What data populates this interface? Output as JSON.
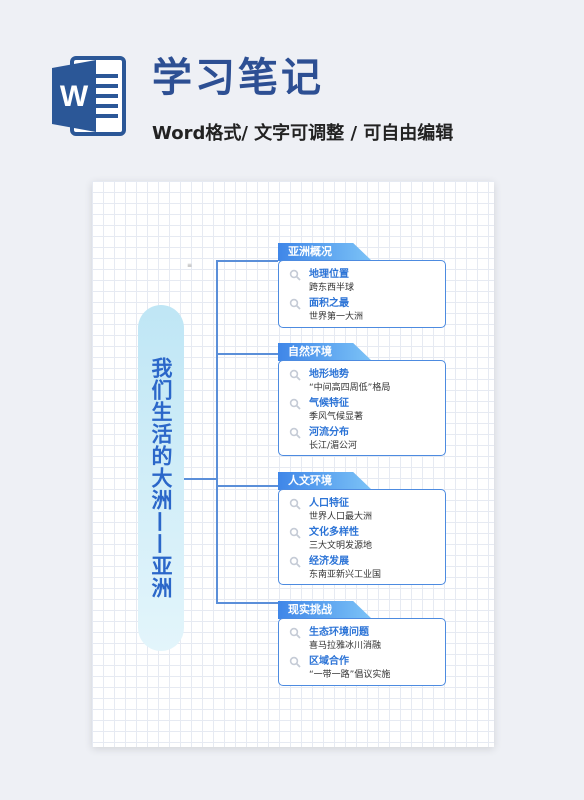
{
  "header": {
    "title": "学习笔记",
    "subtitle": "Word格式/ 文字可调整 / 可自由编辑",
    "logo_letter": "W"
  },
  "paper": {
    "tiny_mark": "≡"
  },
  "mindmap": {
    "center": "我们生活的大洲——亚洲",
    "sections": [
      {
        "title": "亚洲概况",
        "entries": [
          {
            "title": "地理位置",
            "desc": "跨东西半球"
          },
          {
            "title": "面积之最",
            "desc": "世界第一大洲"
          }
        ]
      },
      {
        "title": "自然环境",
        "entries": [
          {
            "title": "地形地势",
            "desc": "“中间高四周低”格局"
          },
          {
            "title": "气候特征",
            "desc": "季风气候显著"
          },
          {
            "title": "河流分布",
            "desc": "长江/湄公河"
          }
        ]
      },
      {
        "title": "人文环境",
        "entries": [
          {
            "title": "人口特征",
            "desc": "世界人口最大洲"
          },
          {
            "title": "文化多样性",
            "desc": "三大文明发源地"
          },
          {
            "title": "经济发展",
            "desc": "东南亚新兴工业国"
          }
        ]
      },
      {
        "title": "现实挑战",
        "entries": [
          {
            "title": "生态环境问题",
            "desc": "喜马拉雅冰川消融"
          },
          {
            "title": "区域合作",
            "desc": "“一带一路”倡议实施"
          }
        ]
      }
    ]
  },
  "colors": {
    "title": "#2d4f93",
    "accent": "#2b73d6",
    "line": "#5b8fd9",
    "logo_blue": "#2b5797"
  }
}
